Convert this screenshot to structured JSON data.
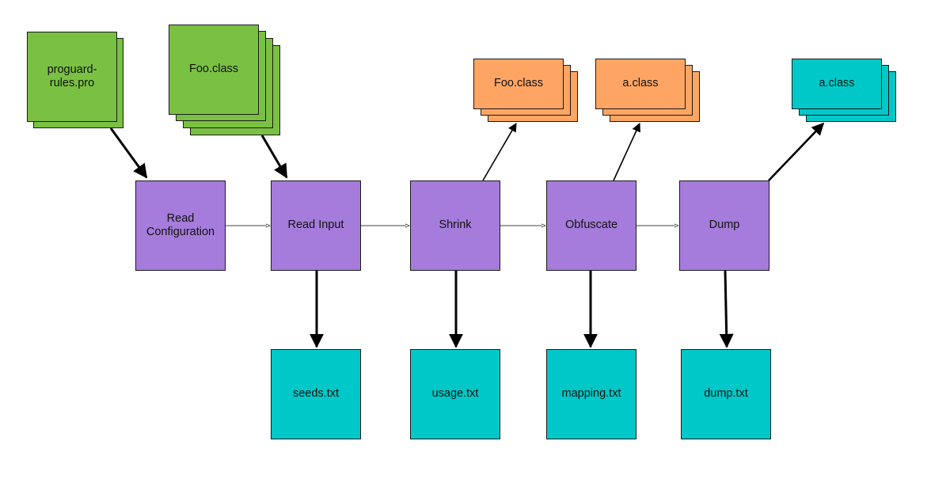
{
  "inputs": {
    "rules": "proguard-\nrules.pro",
    "classes": "Foo.class"
  },
  "steps": {
    "read_configuration": "Read\nConfiguration",
    "read_input": "Read Input",
    "shrink": "Shrink",
    "obfuscate": "Obfuscate",
    "dump": "Dump"
  },
  "outputs": {
    "shrink_classes": "Foo.class",
    "obfuscate_classes": "a.class",
    "dump_classes": "a.class",
    "seeds": "seeds.txt",
    "usage": "usage.txt",
    "mapping": "mapping.txt",
    "dump": "dump.txt"
  },
  "colors": {
    "input": "#7ac143",
    "step": "#a57cdb",
    "intermediate_output": "#ffa564",
    "file_output": "#00c8c8"
  }
}
